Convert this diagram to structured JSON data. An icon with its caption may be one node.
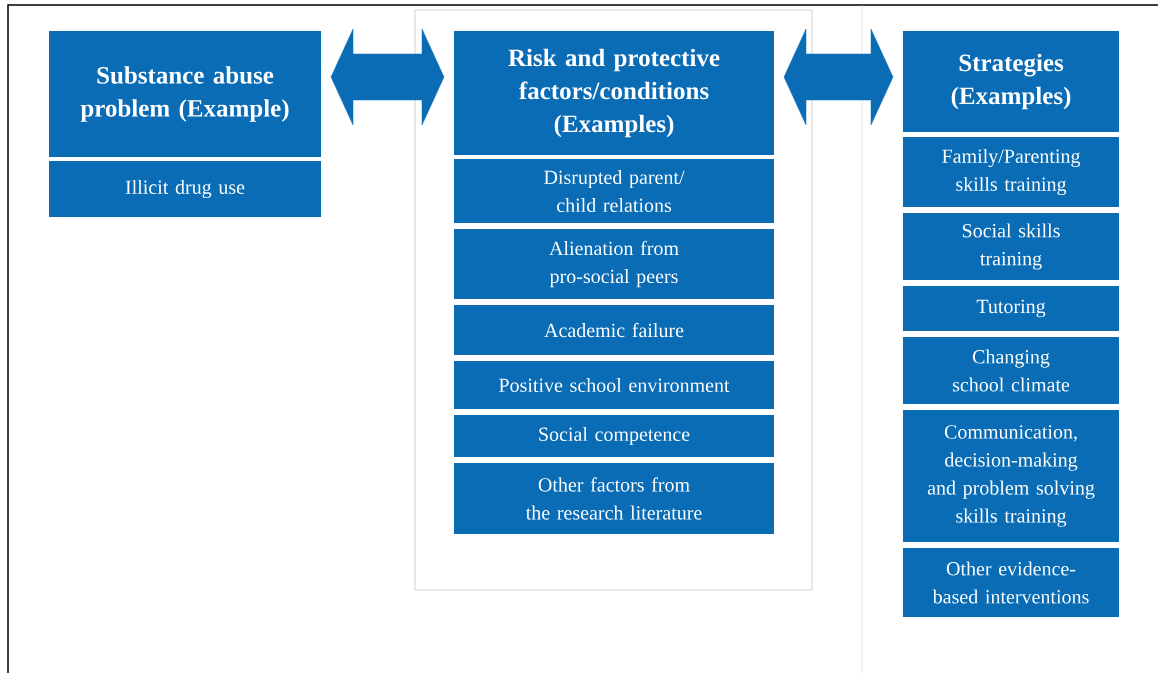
{
  "diagram": {
    "nodes": [
      {
        "text": [
          "Substance abuse problem (Example)"
        ]
      },
      {
        "text": [
          "Illicit drug use"
        ]
      },
      {
        "text": [
          "Risk and protective factors/conditions (Examples)"
        ]
      },
      {
        "text": [
          "Disrupted parent/ child relations"
        ]
      },
      {
        "text": [
          "Alienation from pro-social peers"
        ]
      },
      {
        "text": [
          "Academic failure"
        ]
      },
      {
        "text": [
          "Positive school environment"
        ]
      },
      {
        "text": [
          "Social competence"
        ]
      },
      {
        "text": [
          "Other factors from the research literature"
        ]
      },
      {
        "text": [
          "Strategies (Examples)"
        ]
      },
      {
        "text": [
          "Family/Parenting skills training"
        ]
      },
      {
        "text": [
          "Social skills training"
        ]
      },
      {
        "text": [
          "Tutoring"
        ]
      },
      {
        "text": [
          "Changing school climate"
        ]
      },
      {
        "text": [
          "Communication, decision-making and problem solving skills training"
        ]
      },
      {
        "text": [
          "Other evidence-based interventions"
        ]
      }
    ],
    "edges": [
      {
        "from": 0,
        "to": 2,
        "arrow": "both",
        "style": "thick"
      },
      {
        "from": 2,
        "to": 9,
        "arrow": "both",
        "style": "thick"
      }
    ]
  }
}
